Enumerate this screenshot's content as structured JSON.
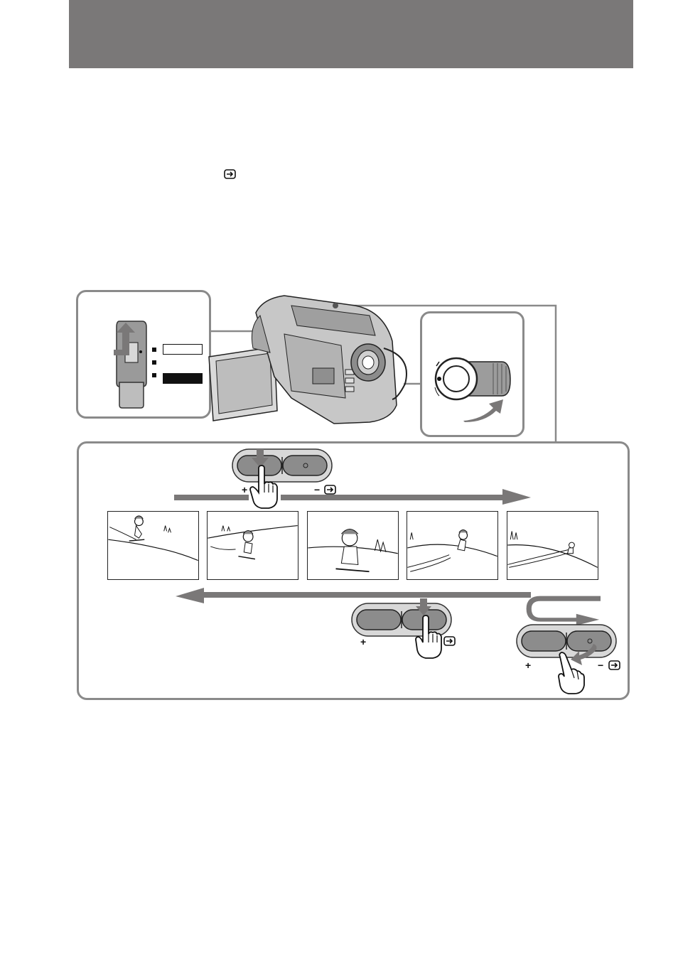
{
  "header": {
    "title": ""
  },
  "page": {
    "inline_icon": "input-arrow-icon"
  },
  "power_switch": {
    "modes": [
      {
        "label": "",
        "style": "outline"
      },
      {
        "label": "",
        "style": "plain"
      },
      {
        "label": "",
        "style": "filled"
      }
    ],
    "icon": "arrow-up-icon"
  },
  "memory_dial": {
    "icon": "rotate-arrow-icon"
  },
  "buttons": {
    "plus_label": "+",
    "minus_label": "−",
    "input_icon": "input-arrow-icon"
  },
  "frames": [
    "skier-frame-1",
    "skier-frame-2",
    "skier-frame-3",
    "skier-frame-4",
    "skier-frame-5"
  ],
  "colors": {
    "header": "#7a7878",
    "panel_border": "#8a8a8a",
    "arrow": "#7a7878",
    "button": "#8c8c8c"
  }
}
